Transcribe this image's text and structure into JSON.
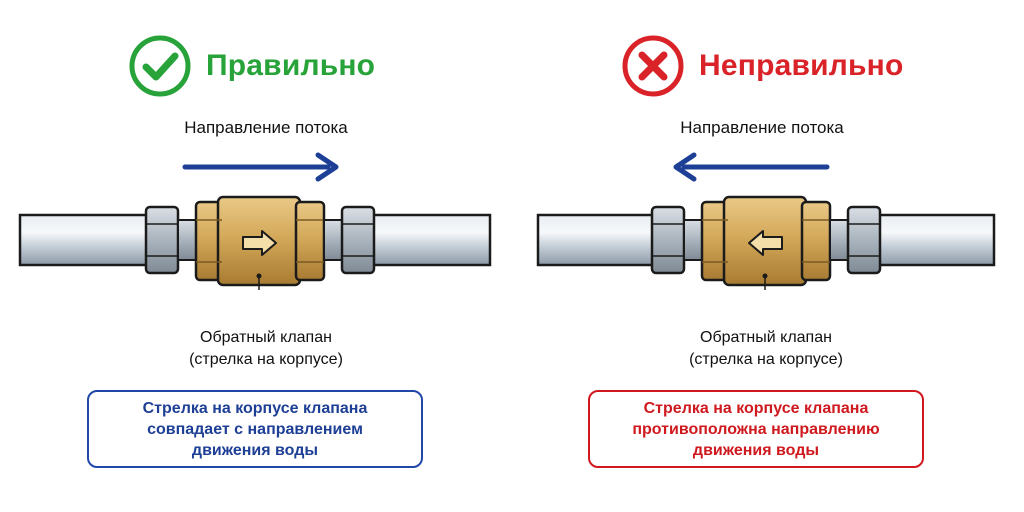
{
  "colors": {
    "correct": "#27a33a",
    "incorrect": "#d92329",
    "arrow": "#1e3f96",
    "box_correct_text": "#1e3f96",
    "box_correct_border": "#2147a8",
    "box_incorrect_text": "#d0191f",
    "box_incorrect_border": "#d0191f",
    "brass": "#c9a04e",
    "steel": "#c7d0da"
  },
  "panels": [
    {
      "id": "correct",
      "status_icon": "check-circle-icon",
      "status_title": "Правильно",
      "flow_label": "Направление потока",
      "flow_direction": "right",
      "valve_arrow_direction": "right",
      "valve_caption_line1": "Обратный клапан",
      "valve_caption_line2": "(стрелка на корпусе)",
      "box_line1": "Стрелка на корпусе клапана",
      "box_line2": "совпадает с направлением",
      "box_line3": "движения воды"
    },
    {
      "id": "incorrect",
      "status_icon": "cross-circle-icon",
      "status_title": "Неправильно",
      "flow_label": "Направление потока",
      "flow_direction": "left",
      "valve_arrow_direction": "left",
      "valve_caption_line1": "Обратный клапан",
      "valve_caption_line2": "(стрелка на корпусе)",
      "box_line1": "Стрелка на корпусе клапана",
      "box_line2": "противоположна направлению",
      "box_line3": "движения воды"
    }
  ]
}
